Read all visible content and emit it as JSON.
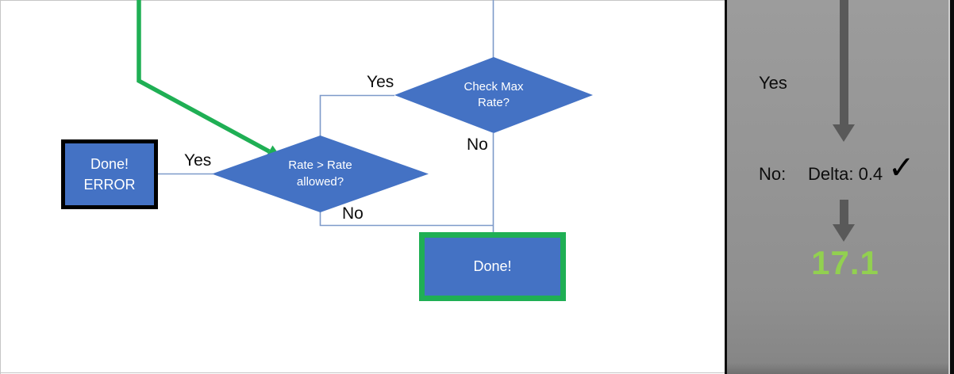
{
  "diagram": {
    "decision_check_max": {
      "line1": "Check Max",
      "line2": "Rate?"
    },
    "decision_rate_allowed": {
      "line1": "Rate > Rate",
      "line2": "allowed?"
    },
    "done_error_box": {
      "line1": "Done!",
      "line2": "ERROR"
    },
    "done_box": {
      "label": "Done!"
    },
    "labels": {
      "yes_top": "Yes",
      "no_top": "No",
      "yes_left": "Yes",
      "no_bottom": "No"
    }
  },
  "panel": {
    "yes_label": "Yes",
    "no_label": "No:",
    "delta_label": "Delta: 0.4",
    "check_icon": "✓",
    "result_value": "17.1"
  },
  "colors": {
    "shape_blue": "#4472C4",
    "connector_blue": "#7d9ac9",
    "green": "#1FAF54",
    "result_green": "#92D050",
    "arrow_gray": "#595959",
    "panel_gray": "#949494"
  }
}
